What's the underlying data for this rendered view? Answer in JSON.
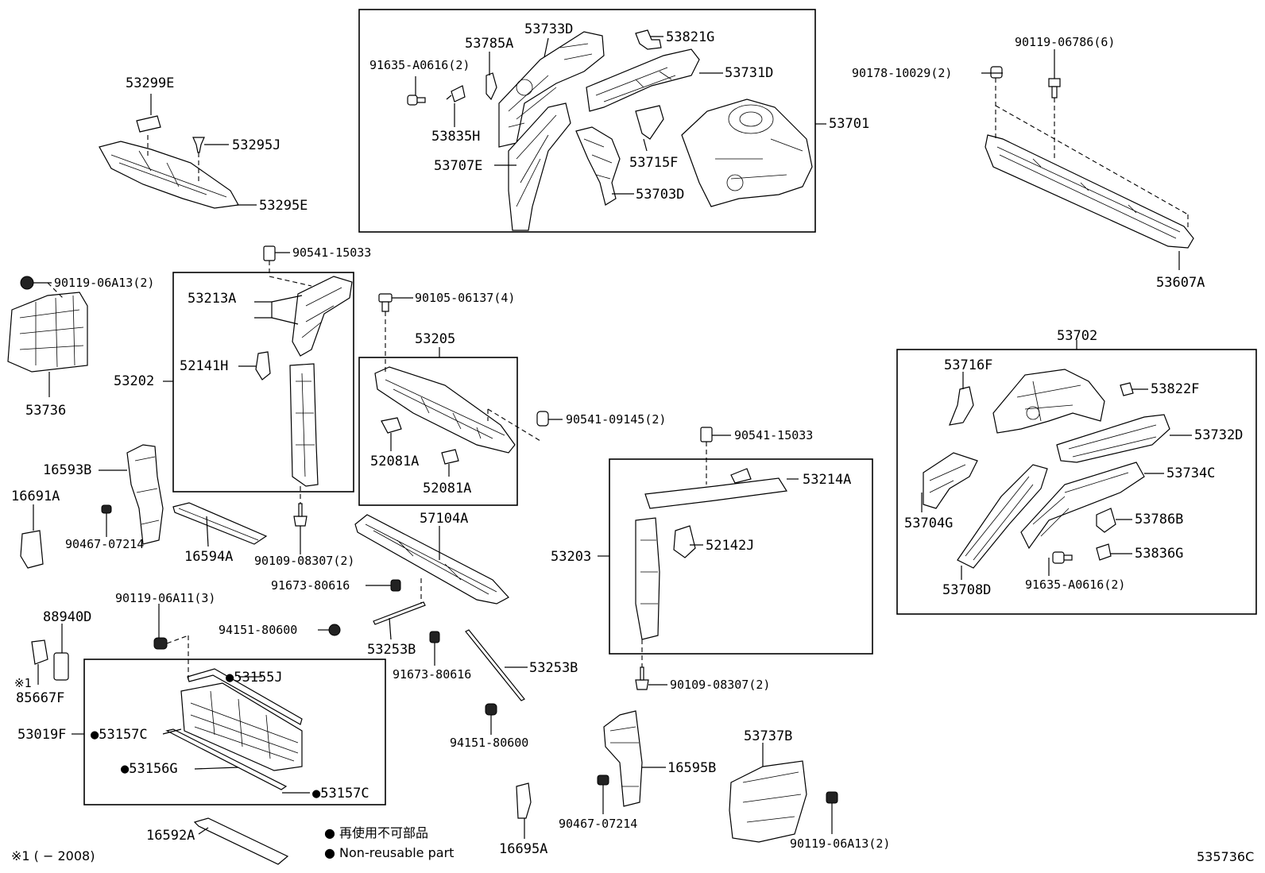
{
  "figure_code": "535736C",
  "footnote": "※1 (   − 2008)",
  "legend": {
    "jp": "● 再使用不可部品",
    "en": "● Non-reusable part"
  },
  "labels": {
    "l53733D": "53733D",
    "l53785A": "53785A",
    "l53821G": "53821G",
    "l91635a": "91635-A0616(2)",
    "l53731D": "53731D",
    "l53701": "53701",
    "l53835H": "53835H",
    "l53707E": "53707E",
    "l53715F": "53715F",
    "l53703D": "53703D",
    "l53299E": "53299E",
    "l53295J": "53295J",
    "l53295E": "53295E",
    "l90178": "90178-10029(2)",
    "l90119_06786": "90119-06786(6)",
    "l53607A": "53607A",
    "l90541a": "90541-15033",
    "l90119a": "90119-06A13(2)",
    "l53213A": "53213A",
    "l52141H": "52141H",
    "l53202": "53202",
    "l53736": "53736",
    "l90105": "90105-06137(4)",
    "l53205": "53205",
    "l52081A1": "52081A",
    "l52081A2": "52081A",
    "l90541_09145": "90541-09145(2)",
    "l53702": "53702",
    "l53716F": "53716F",
    "l53822F": "53822F",
    "l53732D": "53732D",
    "l53734C": "53734C",
    "l53704G": "53704G",
    "l53786B": "53786B",
    "l53836G": "53836G",
    "l53708D": "53708D",
    "l91635b": "91635-A0616(2)",
    "l16593B": "16593B",
    "l16691A": "16691A",
    "l90467a": "90467-07214",
    "l16594A": "16594A",
    "l90109a": "90109-08307(2)",
    "l57104A": "57104A",
    "l90541b": "90541-15033",
    "l53214A": "53214A",
    "l53203": "53203",
    "l52142J": "52142J",
    "l91673a": "91673-80616",
    "l90119_06A11": "90119-06A11(3)",
    "l88940D": "88940D",
    "l94151a": "94151-80600",
    "l53253B1": "53253B",
    "l91673b": "91673-80616",
    "l53253B2": "53253B",
    "l90109b": "90109-08307(2)",
    "l85667F": "85667F",
    "l85667F_mark": "※1",
    "l53155J": "●53155J",
    "l53019F": "53019F",
    "l53157C1": "●53157C",
    "l53156G": "●53156G",
    "l53157C2": "●53157C",
    "l94151b": "94151-80600",
    "l16595B": "16595B",
    "l53737B": "53737B",
    "l90467b": "90467-07214",
    "l16592A": "16592A",
    "l16695A": "16695A",
    "l90119b": "90119-06A13(2)"
  }
}
